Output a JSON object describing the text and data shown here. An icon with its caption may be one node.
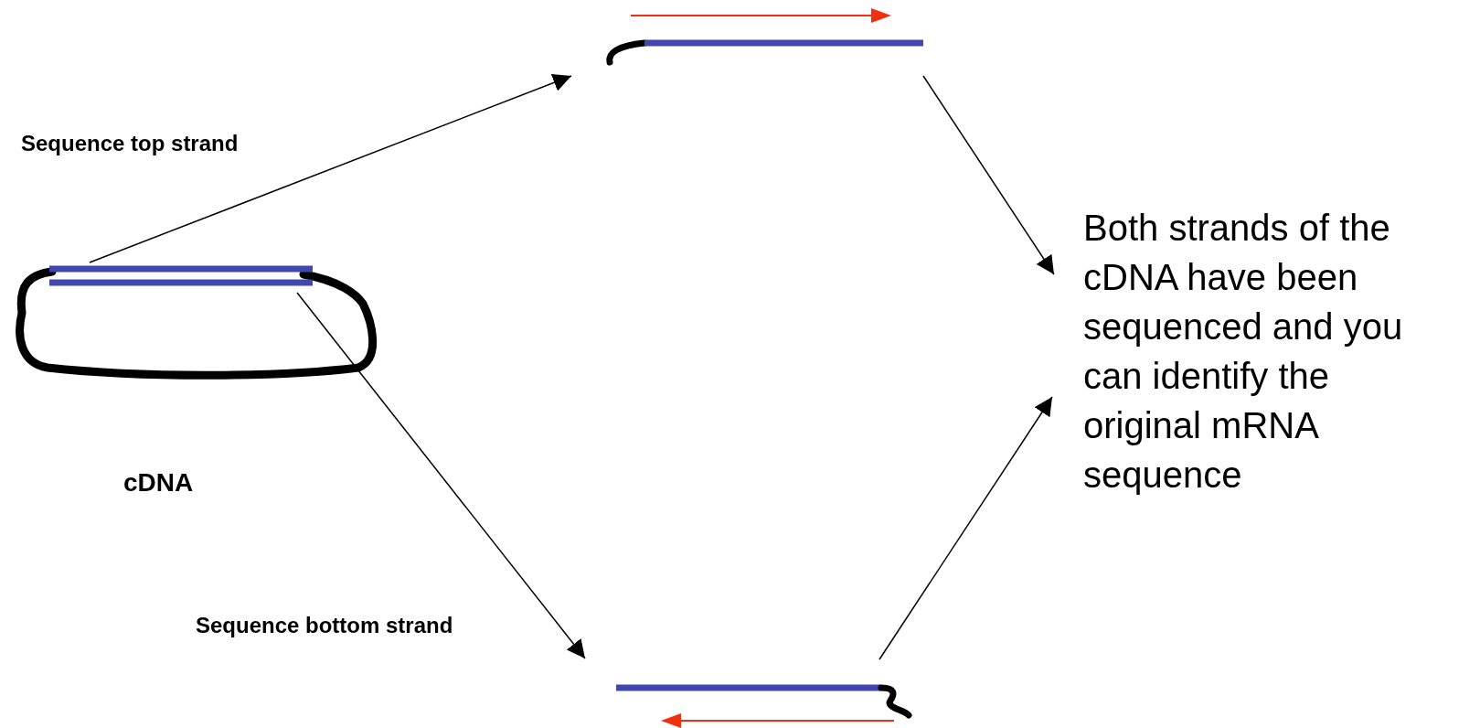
{
  "diagram": {
    "nodes": [
      {
        "text": [],
        "shape": "picture",
        "beside": [
          "cDNA"
        ]
      },
      {
        "text": [],
        "shape": "bar"
      },
      {
        "text": [],
        "shape": "bar"
      },
      {
        "text": [
          "Both strands of the cDNA have been sequenced and you can identify the original mRNA sequence"
        ]
      }
    ],
    "edges": [
      {
        "from": 0,
        "to": 1,
        "arrow": "to",
        "label": "Sequence top strand"
      },
      {
        "from": 0,
        "to": 2,
        "arrow": "to",
        "label": "Sequence bottom strand"
      },
      {
        "from": 1,
        "to": 3,
        "arrow": "to"
      },
      {
        "from": 2,
        "to": 3,
        "arrow": "to"
      }
    ]
  }
}
